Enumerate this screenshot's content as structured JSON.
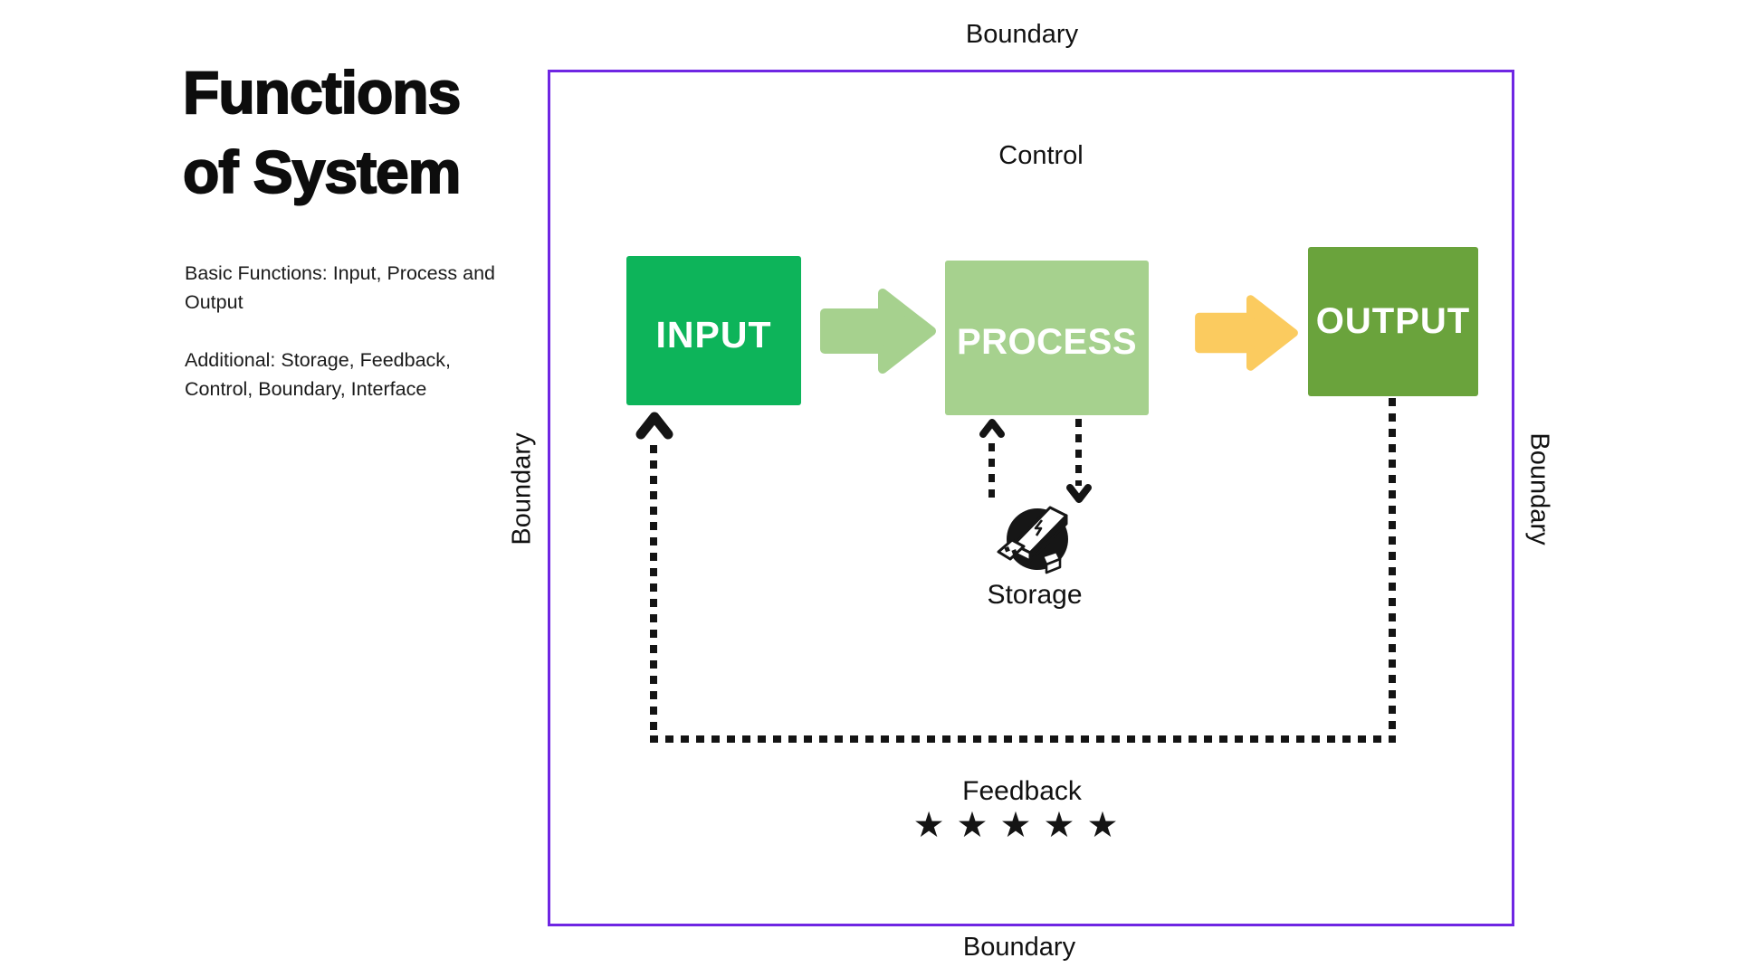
{
  "colors": {
    "boundary_stroke": "#6f26e3",
    "input_fill": "#0db45a",
    "process_fill": "#a6d18e",
    "output_fill": "#6aa33c",
    "arrow_green": "#a6d18e",
    "arrow_yellow": "#fbcb5f",
    "dots": "#141414"
  },
  "sidebar": {
    "title": "Functions\nof System",
    "paragraph1": "Basic Functions: Input, Process and\nOutput",
    "paragraph2": "Additional: Storage, Feedback,\nControl, Boundary, Interface"
  },
  "diagram": {
    "boundary_labels": {
      "top": "Boundary",
      "bottom": "Boundary",
      "left": "Boundary",
      "right": "Boundary"
    },
    "control_label": "Control",
    "storage_label": "Storage",
    "feedback_label": "Feedback",
    "boxes": [
      {
        "label": "INPUT"
      },
      {
        "label": "PROCESS"
      },
      {
        "label": "OUTPUT"
      }
    ],
    "rating_stars_count": 5,
    "stars": [
      "★",
      "★",
      "★",
      "★",
      "★"
    ],
    "icons": {
      "storage": "usb-drive-icon",
      "flow_arrow_1": "right-arrow-icon",
      "flow_arrow_2": "right-arrow-icon"
    }
  }
}
